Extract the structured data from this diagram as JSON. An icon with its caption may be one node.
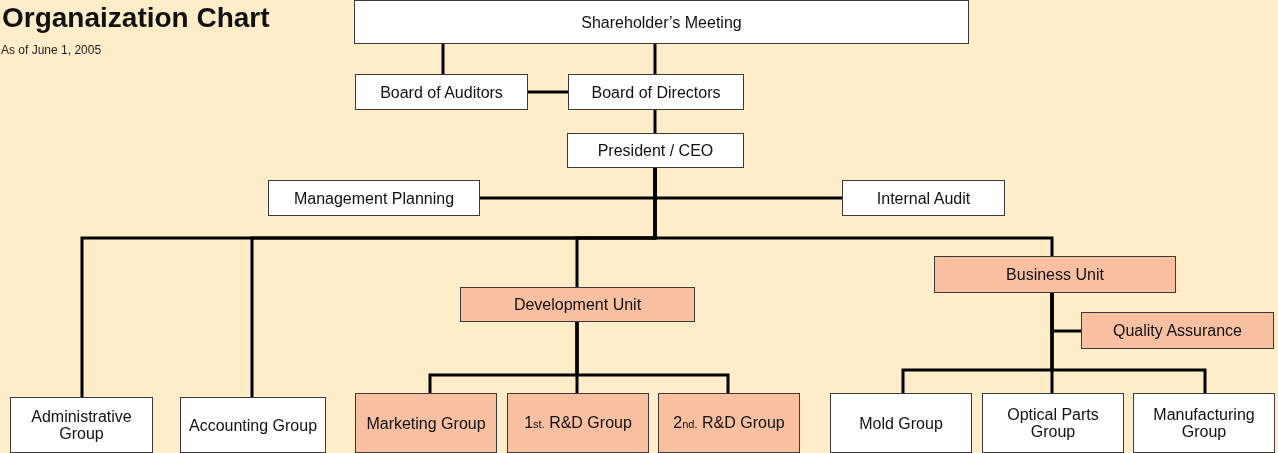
{
  "diagram": {
    "title": "Organaization Chart",
    "nodes": [
      {
        "text": [
          "Shareholder’s Meeting"
        ]
      },
      {
        "text": [
          "Board of Auditors"
        ]
      },
      {
        "text": [
          "Board of Directors"
        ]
      },
      {
        "text": [
          "President / CEO"
        ]
      },
      {
        "text": [
          "Management Planning"
        ]
      },
      {
        "text": [
          "Internal Audit"
        ]
      },
      {
        "text": [
          "Administrative Group"
        ]
      },
      {
        "text": [
          "Accounting Group"
        ]
      },
      {
        "text": [
          "Development Unit"
        ]
      },
      {
        "text": [
          "Marketing Group"
        ]
      },
      {
        "text": [
          "1$_{st.}$ R&D Group"
        ]
      },
      {
        "text": [
          "2$_{nd.}$ R&D Group"
        ]
      },
      {
        "text": [
          "Business Unit"
        ]
      },
      {
        "text": [
          "Quality Assurance"
        ]
      },
      {
        "text": [
          "Mold Group"
        ]
      },
      {
        "text": [
          "Optical Parts Group"
        ]
      },
      {
        "text": [
          "Manufacturing Group"
        ]
      }
    ],
    "edges": [
      {
        "from": 0,
        "to": 1,
        "arrow": "none"
      },
      {
        "from": 0,
        "to": 2,
        "arrow": "none"
      },
      {
        "from": 1,
        "to": 2,
        "arrow": "none"
      },
      {
        "from": 2,
        "to": 3,
        "arrow": "none"
      },
      {
        "from": 3,
        "to": 4,
        "arrow": "none"
      },
      {
        "from": 3,
        "to": 5,
        "arrow": "none"
      },
      {
        "from": 3,
        "to": 6,
        "arrow": "none"
      },
      {
        "from": 3,
        "to": 7,
        "arrow": "none"
      },
      {
        "from": 3,
        "to": 8,
        "arrow": "none"
      },
      {
        "from": 3,
        "to": 12,
        "arrow": "none"
      },
      {
        "from": 8,
        "to": 9,
        "arrow": "none"
      },
      {
        "from": 8,
        "to": 10,
        "arrow": "none"
      },
      {
        "from": 8,
        "to": 11,
        "arrow": "none"
      },
      {
        "from": 12,
        "to": 13,
        "arrow": "none"
      },
      {
        "from": 12,
        "to": 14,
        "arrow": "none"
      },
      {
        "from": 12,
        "to": 15,
        "arrow": "none"
      },
      {
        "from": 12,
        "to": 16,
        "arrow": "none"
      }
    ],
    "labels": [
      "As of June 1, 2005"
    ]
  }
}
